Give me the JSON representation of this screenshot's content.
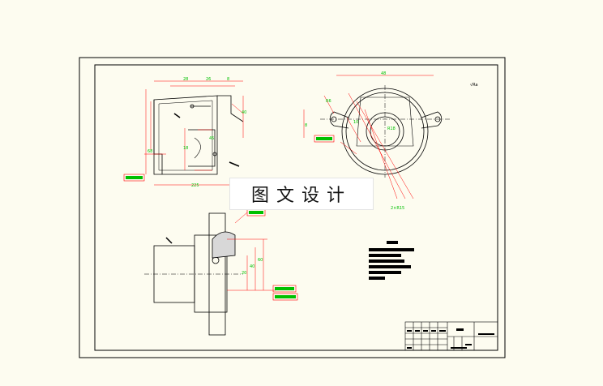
{
  "watermark": {
    "text": "图文设计"
  },
  "colors": {
    "background": "#fdfcf0",
    "outline": "#000000",
    "dimension": "#ff0000",
    "annotation": "#00c000"
  },
  "drawing": {
    "views": [
      "front-view",
      "top-view",
      "side-view"
    ],
    "notes_block": {
      "lines": 6
    },
    "title_block": {
      "rows": 6,
      "columns": 7
    }
  }
}
